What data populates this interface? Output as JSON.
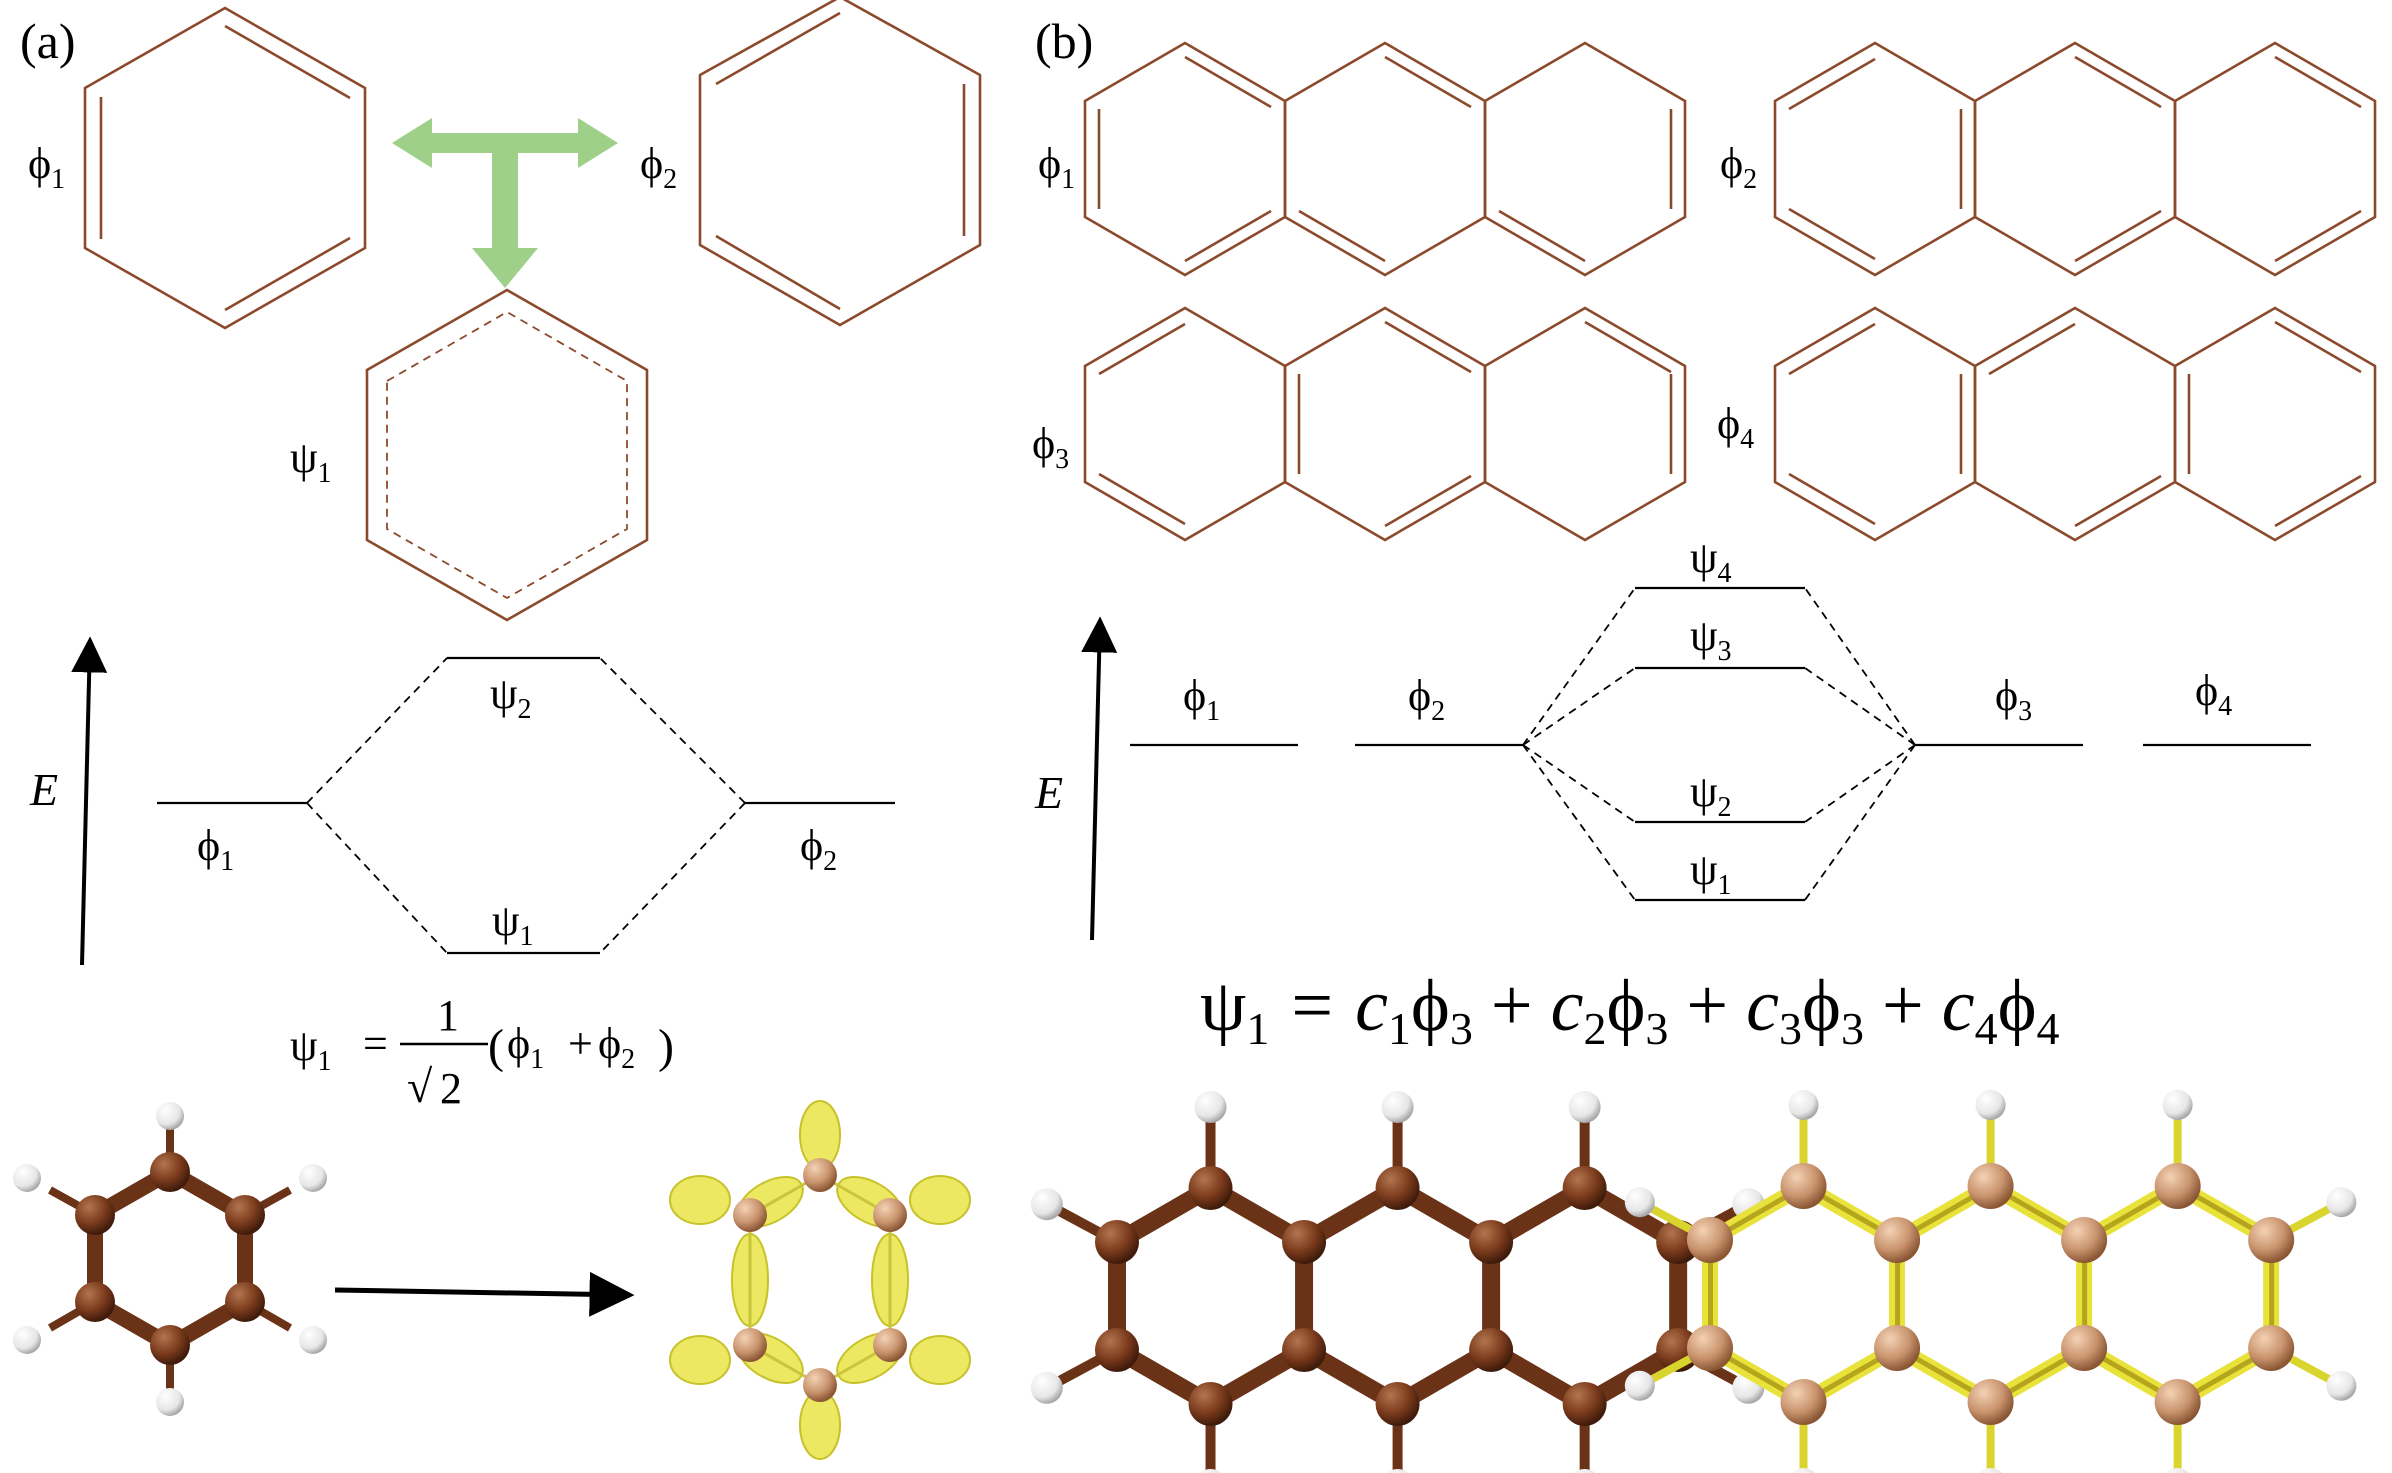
{
  "panel_a": {
    "label": "(a)",
    "kekule_1": {
      "name": "ϕ",
      "sub": "1"
    },
    "kekule_2": {
      "name": "ϕ",
      "sub": "2"
    },
    "resonance": {
      "name": "ψ",
      "sub": "1"
    },
    "axis_label": "E",
    "levels": {
      "phi1": {
        "name": "ϕ",
        "sub": "1"
      },
      "phi2": {
        "name": "ϕ",
        "sub": "2"
      },
      "psi1": {
        "name": "ψ",
        "sub": "1"
      },
      "psi2": {
        "name": "ψ",
        "sub": "2"
      }
    },
    "equation": {
      "lhs": "ψ",
      "lhs_sub": "1",
      "eq": "=",
      "num": "1",
      "root": "√",
      "radicand": "2",
      "paren_open": "(",
      "t1": "ϕ",
      "t1_sub": "1",
      "plus": "+",
      "t2": "ϕ",
      "t2_sub": "2",
      "paren_close": ")"
    }
  },
  "panel_b": {
    "label": "(b)",
    "kekule": [
      {
        "name": "ϕ",
        "sub": "1"
      },
      {
        "name": "ϕ",
        "sub": "2"
      },
      {
        "name": "ϕ",
        "sub": "3"
      },
      {
        "name": "ϕ",
        "sub": "4"
      }
    ],
    "axis_label": "E",
    "basis_levels": [
      {
        "name": "ϕ",
        "sub": "1"
      },
      {
        "name": "ϕ",
        "sub": "2"
      },
      {
        "name": "ϕ",
        "sub": "3"
      },
      {
        "name": "ϕ",
        "sub": "4"
      }
    ],
    "mixed_levels": [
      {
        "name": "ψ",
        "sub": "4"
      },
      {
        "name": "ψ",
        "sub": "3"
      },
      {
        "name": "ψ",
        "sub": "2"
      },
      {
        "name": "ψ",
        "sub": "1"
      }
    ],
    "equation": {
      "lhs": "ψ",
      "lhs_sub": "1",
      "eq": "=",
      "terms": [
        {
          "coef": "c",
          "coef_sub": "1",
          "phi": "ϕ",
          "phi_sub": "3"
        },
        {
          "coef": "c",
          "coef_sub": "2",
          "phi": "ϕ",
          "phi_sub": "3"
        },
        {
          "coef": "c",
          "coef_sub": "3",
          "phi": "ϕ",
          "phi_sub": "3"
        },
        {
          "coef": "c",
          "coef_sub": "4",
          "phi": "ϕ",
          "phi_sub": "4"
        }
      ],
      "plus": "+"
    }
  },
  "colors": {
    "bond": "#8c4a2c",
    "arrow_green": "#9fd08a",
    "carbon": "#7a3a1c",
    "carbon_light": "#c9946e",
    "hydrogen": "#ededed",
    "density": "#e8e23a"
  }
}
